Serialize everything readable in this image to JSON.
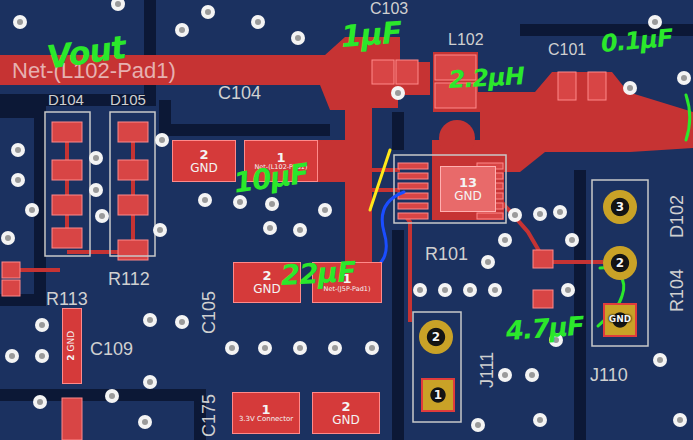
{
  "diagram": {
    "nodes": [
      {
        "text": [
          "2",
          "GND"
        ]
      },
      {
        "text": [
          "1",
          "Net-(L102-Pad1)"
        ]
      },
      {
        "text": [
          "13",
          "GND"
        ]
      },
      {
        "text": [
          "3"
        ]
      },
      {
        "text": [
          "2"
        ]
      },
      {
        "text": [
          "2",
          "GND"
        ]
      },
      {
        "text": [
          "1",
          "Net-(J5P-Pad1)"
        ]
      },
      {
        "text": [
          "GND"
        ]
      },
      {
        "text": [
          "2",
          "GND"
        ]
      },
      {
        "text": [
          "2"
        ]
      },
      {
        "text": [
          "1"
        ]
      },
      {
        "text": [
          "1",
          "3.3V Connector"
        ]
      },
      {
        "text": [
          "2",
          "GND"
        ]
      }
    ],
    "labels": [
      "Net-(L102-Pad1)",
      "C103",
      "L102",
      "C101",
      "D104",
      "D105",
      "C104",
      "R112",
      "R113",
      "C105",
      "C109",
      "C175",
      "J111",
      "J110",
      "D102",
      "R104",
      "R101",
      "Vout",
      "1µF",
      "2.2µH",
      "0.1µF",
      "10µF",
      "22µF",
      "4.7µF"
    ]
  }
}
